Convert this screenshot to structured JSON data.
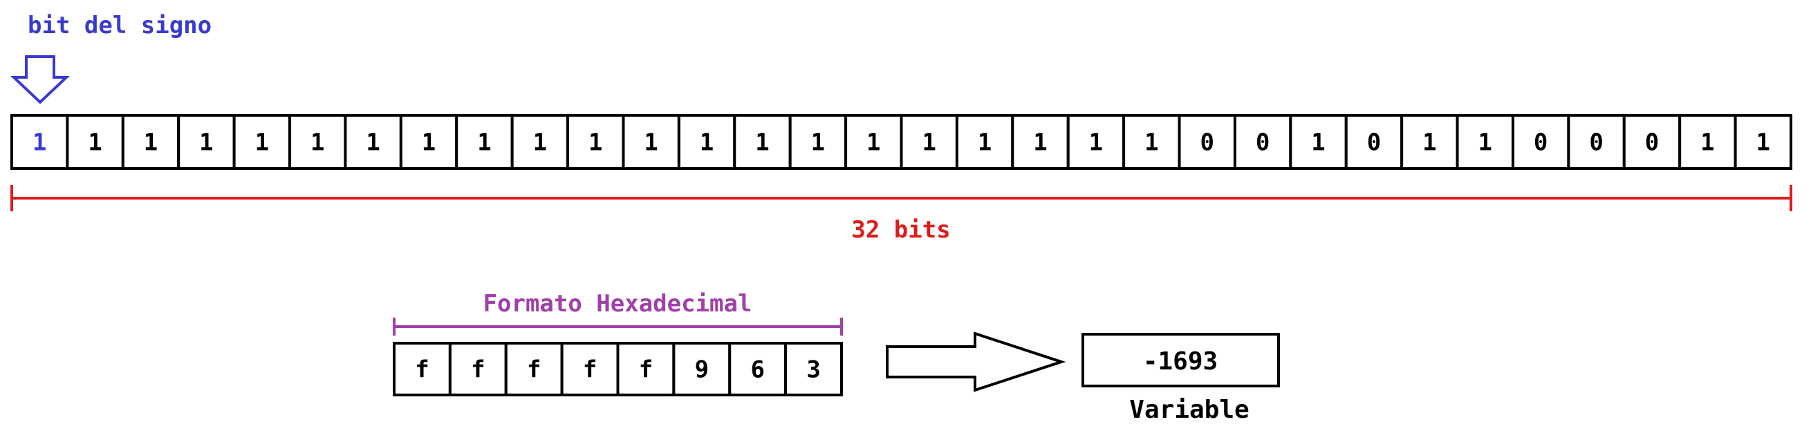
{
  "sign_label": "bit del signo",
  "bits": [
    "1",
    "1",
    "1",
    "1",
    "1",
    "1",
    "1",
    "1",
    "1",
    "1",
    "1",
    "1",
    "1",
    "1",
    "1",
    "1",
    "1",
    "1",
    "1",
    "1",
    "1",
    "0",
    "0",
    "1",
    "0",
    "1",
    "1",
    "0",
    "0",
    "0",
    "1",
    "1"
  ],
  "width_label": "32 bits",
  "hex_title": "Formato Hexadecimal",
  "hex_digits": [
    "f",
    "f",
    "f",
    "f",
    "f",
    "9",
    "6",
    "3"
  ],
  "result_value": "-1693",
  "result_label": "Variable",
  "colors": {
    "sign": "#3a3ad0",
    "width": "#e01b1b",
    "hex": "#a040a8",
    "ink": "#000000"
  }
}
